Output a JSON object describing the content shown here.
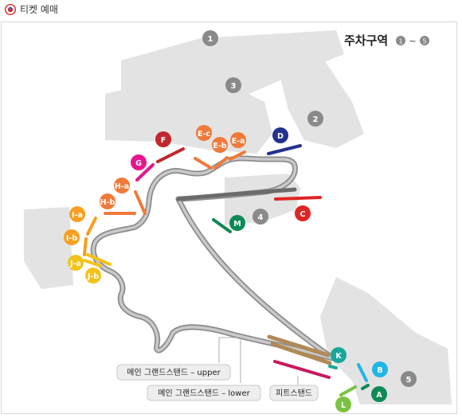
{
  "header": {
    "title": "티켓 예매",
    "icon": "circle-logo-icon"
  },
  "legend": {
    "title": "주차구역",
    "range_from": "1",
    "range_sep": "~",
    "range_to": "5"
  },
  "parking_zones": [
    "1",
    "2",
    "3",
    "4",
    "5"
  ],
  "stands": [
    "A",
    "B",
    "C",
    "D",
    "E-a",
    "E-b",
    "E-c",
    "F",
    "G",
    "H-a",
    "H-b",
    "I-a",
    "I-b",
    "J-a",
    "J-b",
    "K",
    "L",
    "M"
  ],
  "labels": {
    "main_upper": "메인 그랜드스탠드 –  upper",
    "main_lower": "메인 그랜드스탠드 –  lower",
    "pit": "피트스탠드"
  },
  "colors": {
    "green": "#0e8a55",
    "cyan": "#1fb6e8",
    "red": "#e02424",
    "navy": "#23318f",
    "orange": "#f07a3a",
    "darkred": "#c0272d",
    "magenta": "#e6168c",
    "amber": "#f5a021",
    "yellow": "#f2c318",
    "teal": "#19a79a",
    "lime": "#7cc242",
    "gray": "#8a8a8a"
  }
}
